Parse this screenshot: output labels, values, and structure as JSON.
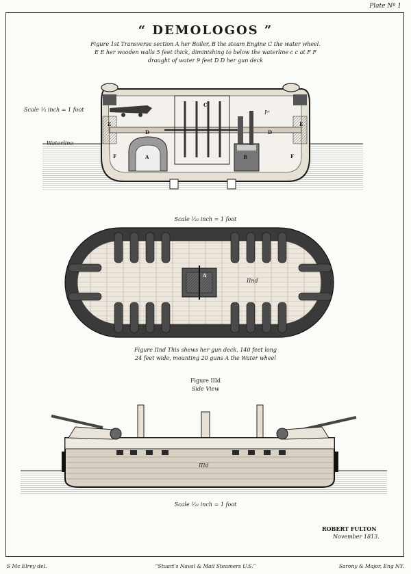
{
  "plate": "Plate Nº 1",
  "title": "“ DEMOLOGOS ”",
  "fig1": {
    "line1": "Figure 1st Transverse section A her Boiler, B the steam Engine C the water wheel.",
    "line2": "E E her wooden walls 5 feet thick, diminishing to below the waterline c c at F F",
    "line3": "draught of water 9 feet D D her gun deck",
    "scale": "Scale ⅓ inch = 1 foot",
    "waterline": "Waterline",
    "marker": "Iˢᵗ",
    "labels": {
      "a": "A",
      "b": "B",
      "c": "C",
      "d": "D",
      "e": "E",
      "f": "F"
    }
  },
  "fig2": {
    "scale_top": "Scale ⅓₂ inch = 1 foot",
    "line1": "Figure IInd This shews her gun deck, 140 feet long",
    "line2": "24 feet wide, mounting 20 guns A the Water wheel",
    "marker": "IInd",
    "label_a": "A"
  },
  "fig3": {
    "title": "Figure IIId",
    "subtitle": "Side View",
    "marker": "IIId",
    "scale": "Scale ⅓₂ inch = 1 foot"
  },
  "credit": {
    "name": "ROBERT FULTON",
    "date": "November 1813."
  },
  "footer": {
    "left": "S Mc Elrey del.",
    "center": "“Stuart's  Naval & Mail Steamers U.S.”",
    "right": "Sarony & Major, Eng NY."
  },
  "colors": {
    "ink": "#1b1b1b",
    "paper": "#fbfbf8",
    "wood": "#c9b8a1",
    "dark": "#3a3a3a",
    "water": "#d9d9d9"
  }
}
